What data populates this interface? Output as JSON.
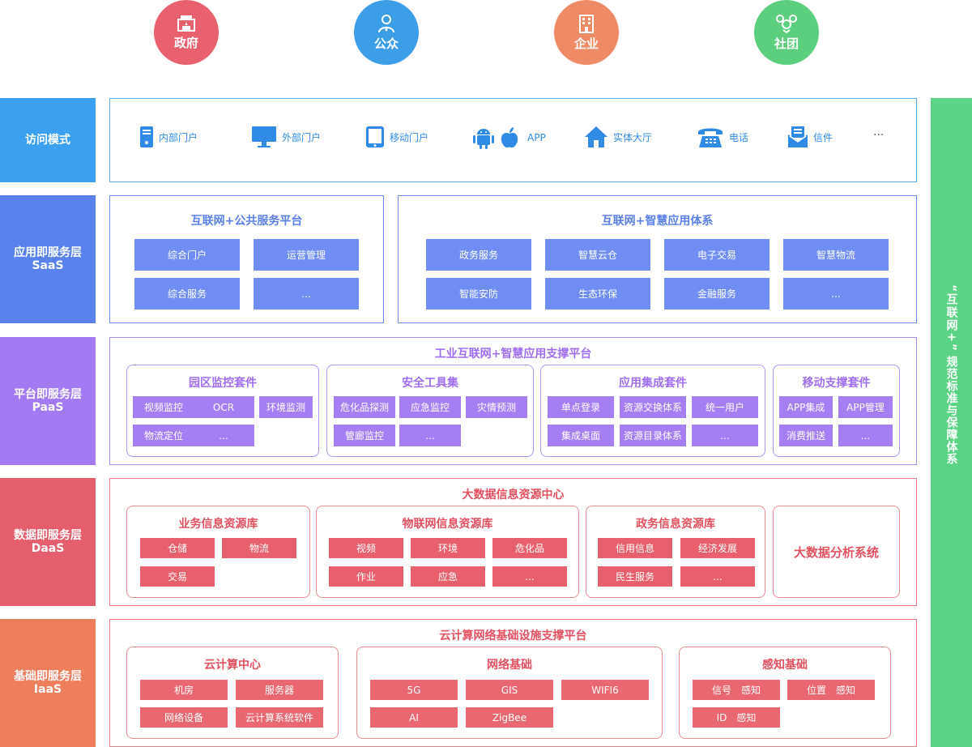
{
  "users": [
    "政府",
    "公众",
    "企业",
    "社团"
  ],
  "side_label_top": "“互联网+”",
  "side_label_bottom": "规范标准与保障体系",
  "access": {
    "label": "访问模式",
    "items": [
      "内部门户",
      "外部门户",
      "移动门户",
      "APP",
      "实体大厅",
      "电话",
      "信件",
      "..."
    ]
  },
  "saas": {
    "label": "应用即服务层",
    "label_en": "SaaS",
    "left_title": "互联网+公共服务平台",
    "left_items": [
      "综合门户",
      "运营管理",
      "综合服务",
      "..."
    ],
    "right_title": "互联网+智慧应用体系",
    "right_items": [
      "政务服务",
      "智慧云仓",
      "电子交易",
      "智慧物流",
      "智能安防",
      "生态环保",
      "金融服务",
      "..."
    ]
  },
  "paas": {
    "label": "平台即服务层",
    "label_en": "PaaS",
    "title": "工业互联网+智慧应用支撑平台",
    "groups": [
      {
        "title": "园区监控套件",
        "items": [
          "视频监控",
          "OCR",
          "环境监测",
          "物流定位",
          "..."
        ]
      },
      {
        "title": "安全工具集",
        "items": [
          "危化品探测",
          "应急监控",
          "灾情预测",
          "管廊监控",
          "..."
        ]
      },
      {
        "title": "应用集成套件",
        "items": [
          "单点登录",
          "资源交换体系",
          "统一用户",
          "集成桌面",
          "资源目录体系",
          "..."
        ]
      },
      {
        "title": "移动支撑套件",
        "items": [
          "APP集成",
          "APP管理",
          "消费推送",
          "..."
        ]
      }
    ]
  },
  "daas": {
    "label": "数据即服务层",
    "label_en": "DaaS",
    "title": "大数据信息资源中心",
    "groups": [
      {
        "title": "业务信息资源库",
        "items": [
          "仓储",
          "物流",
          "交易"
        ]
      },
      {
        "title": "物联网信息资源库",
        "items": [
          "视频",
          "环境",
          "危化品",
          "作业",
          "应急",
          "..."
        ]
      },
      {
        "title": "政务信息资源库",
        "items": [
          "信用信息",
          "经济发展",
          "民生服务",
          "..."
        ]
      }
    ],
    "analysis": "大数据分析系统"
  },
  "iaas": {
    "label": "基础即服务层",
    "label_en": "IaaS",
    "title": "云计算网络基础设施支撑平台",
    "groups": [
      {
        "title": "云计算中心",
        "items": [
          "机房",
          "服务器",
          "网络设备",
          "云计算系统软件"
        ]
      },
      {
        "title": "网络基础",
        "items": [
          "5G",
          "GIS",
          "WIFI6",
          "AI",
          "ZigBee"
        ]
      },
      {
        "title": "感知基础",
        "items": [
          "信号　感知",
          "位置　感知",
          "ID　感知"
        ]
      }
    ]
  },
  "colors": {
    "gov": "#e9616f",
    "public": "#3d9ee8",
    "enterprise": "#ef8a67",
    "society": "#5bcf7e",
    "access": "#3aa0ef",
    "saas": "#5a82ec",
    "saas_tag": "#6f8df2",
    "paas": "#a47af2",
    "paas_tag": "#a67ef3",
    "daas": "#e55e6e",
    "daas_tag": "#e8606e",
    "iaas": "#ef7e5d",
    "iaas_tag": "#e86771",
    "side": "#5bd486"
  }
}
